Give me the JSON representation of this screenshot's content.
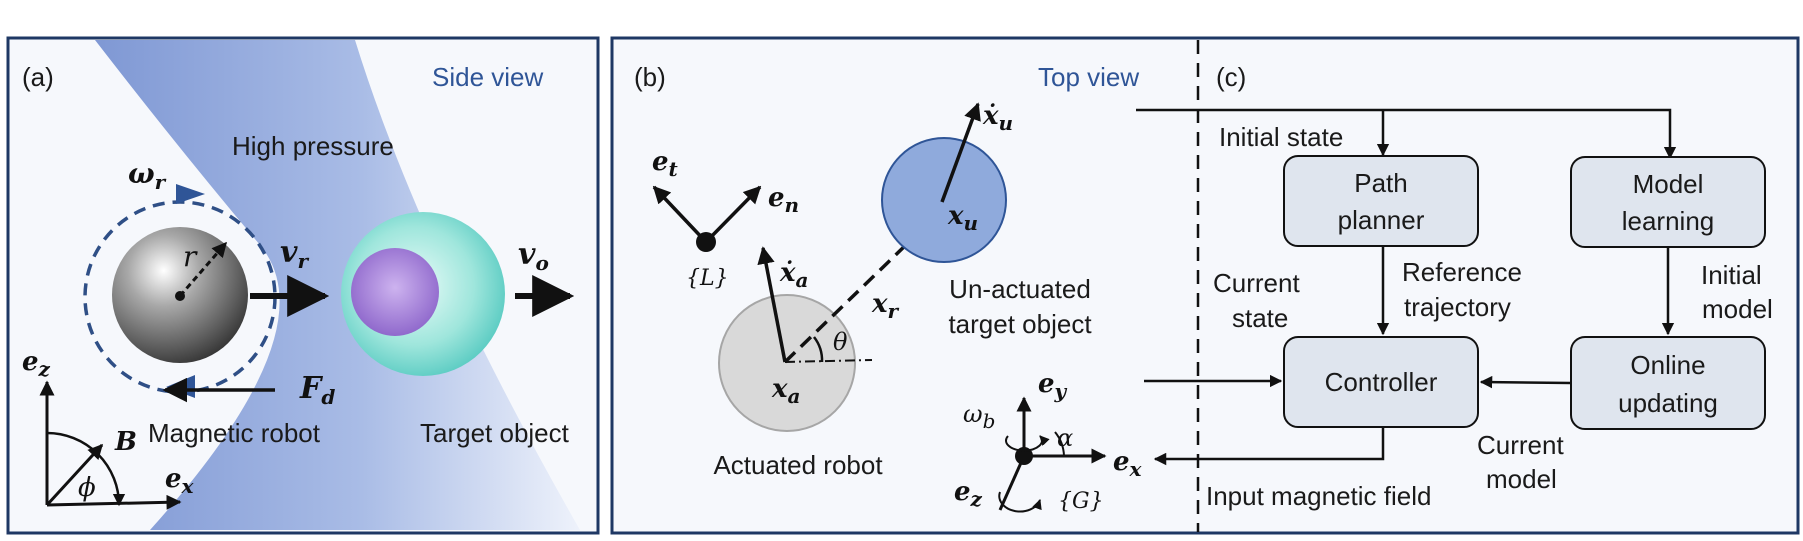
{
  "panel_a": {
    "tag": "(a)",
    "view": "Side view",
    "high_pressure": "High pressure",
    "magnetic_robot": "Magnetic robot",
    "target_object": "Target object",
    "omega": "ω",
    "omega_sub": "r",
    "r_label": "r",
    "v": "v",
    "v_r_sub": "r",
    "v_o_sub": "o",
    "F": "F",
    "F_sub": "d",
    "ez": "e",
    "ez_sub": "z",
    "ex": "e",
    "ex_sub": "x",
    "B": "B",
    "phi": "ϕ"
  },
  "panel_b": {
    "tag": "(b)",
    "view": "Top view",
    "et": "e",
    "et_sub": "t",
    "en": "e",
    "en_sub": "n",
    "L_frame": "{L}",
    "xa_dot": "ẋ",
    "xa_dot_sub": "a",
    "xa": "x",
    "xa_sub": "a",
    "xr": "x",
    "xr_sub": "r",
    "theta": "θ",
    "xu_dot": "ẋ",
    "xu_dot_sub": "u",
    "xu": "x",
    "xu_sub": "u",
    "unactuated_line1": "Un-actuated",
    "unactuated_line2": "target object",
    "actuated": "Actuated robot",
    "ey": "e",
    "ey_sub": "y",
    "omega_b": "ω",
    "omega_b_sub": "b",
    "alpha": "α",
    "ex": "e",
    "ex_sub": "x",
    "ez": "e",
    "ez_sub": "z",
    "G_frame": "{G}"
  },
  "panel_c": {
    "tag": "(c)",
    "initial_state": "Initial state",
    "path_planner_1": "Path",
    "path_planner_2": "planner",
    "model_learning_1": "Model",
    "model_learning_2": "learning",
    "current_state_1": "Current",
    "current_state_2": "state",
    "reference_1": "Reference",
    "reference_2": "trajectory",
    "initial_model_1": "Initial",
    "initial_model_2": "model",
    "controller": "Controller",
    "online_1": "Online",
    "online_2": "updating",
    "current_model_1": "Current",
    "current_model_2": "model",
    "input_field": "Input magnetic field"
  },
  "colors": {
    "frame": "#1f3864",
    "view_label": "#2f5597",
    "box_fill": "#dfe5ee",
    "target_fill": "#8faadc",
    "robot_fill": "#d9d9d9"
  }
}
